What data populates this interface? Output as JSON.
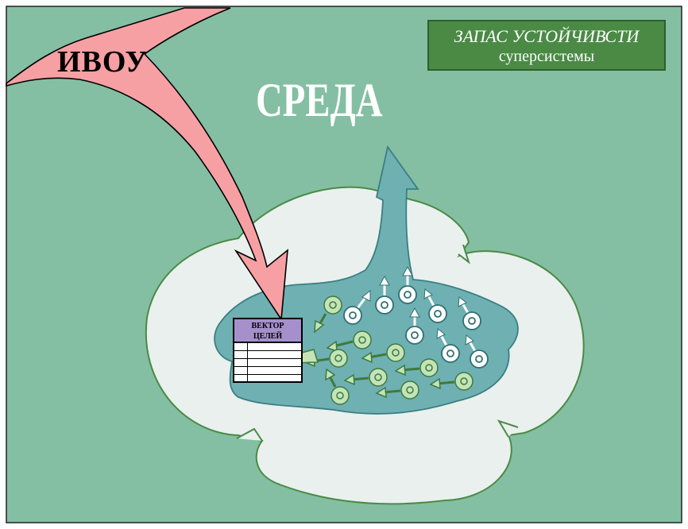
{
  "header": {
    "line1": "ЗАПАС УСТОЙЧИВСТИ",
    "line2": "суперсистемы"
  },
  "labels": {
    "ivou": "ИВОУ",
    "sreda": "СРЕДА"
  },
  "table": {
    "header_line1": "ВЕКТОР",
    "header_line2": "ЦЕЛЕЙ",
    "row_count": 5
  },
  "colors": {
    "environment": "#84bfa3",
    "cloud": "#e9f0ee",
    "blob": "#6fb0b2",
    "ivou_arrow": "#f7a0a4",
    "title_box": "#4a8a45",
    "green_agent": "#c4e4b7",
    "white_agent": "#ffffff"
  }
}
